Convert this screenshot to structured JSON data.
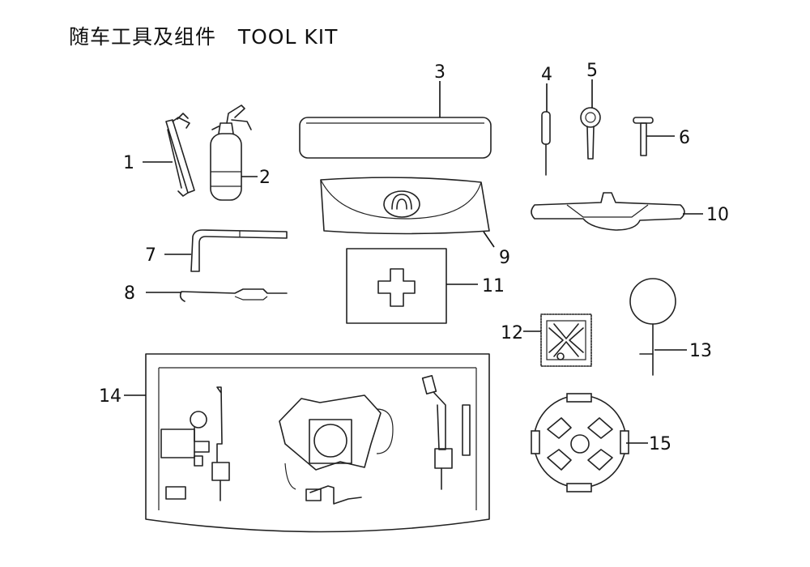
{
  "title": "随车工具及组件   TOOL KIT",
  "callouts": [
    "1",
    "2",
    "3",
    "4",
    "5",
    "6",
    "7",
    "8",
    "9",
    "10",
    "11",
    "12",
    "13",
    "14",
    "15"
  ]
}
